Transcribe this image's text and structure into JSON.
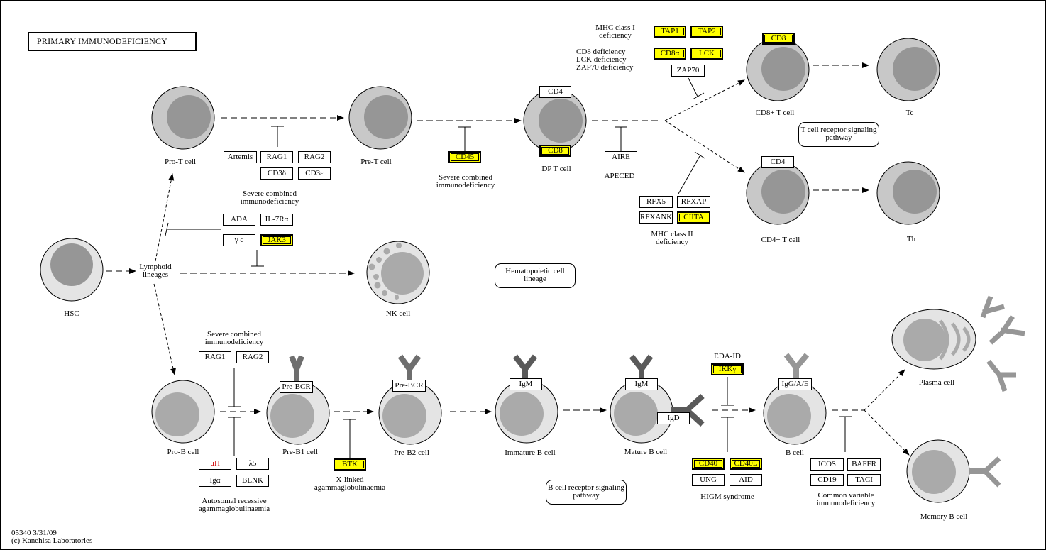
{
  "title": "PRIMARY  IMMUNODEFICIENCY",
  "footer": {
    "line1": "05340 3/31/09",
    "line2": "(c) Kanehisa Laboratories"
  },
  "colors": {
    "highlight": "#ffff00",
    "cell_outer_t": "#c8c8c8",
    "cell_nucleus_t": "#969696",
    "cell_outer_b": "#e4e4e4",
    "cell_nucleus_b": "#aaaaaa",
    "antibody": "#6e6e6e",
    "antibody_light": "#969696",
    "red_gene": "#d00000"
  },
  "cells": {
    "hsc": "HSC",
    "lymphoid": "Lymphoid\nlineages",
    "pro_t": "Pro-T cell",
    "pre_t": "Pre-T cell",
    "dp_t": "DP T cell",
    "cd8_t": "CD8+ T cell",
    "tc": "Tc",
    "cd4_t": "CD4+ T cell",
    "th": "Th",
    "nk": "NK cell",
    "pro_b": "Pro-B cell",
    "pre_b1": "Pre-B1 cell",
    "pre_b2": "Pre-B2 cell",
    "immature_b": "Immature B cell",
    "mature_b": "Mature B cell",
    "b_cell": "B cell",
    "plasma": "Plasma cell",
    "memory_b": "Memory B cell"
  },
  "receptors": {
    "pre_bcr_1": "Pre-BCR",
    "pre_bcr_2": "Pre-BCR",
    "igm_1": "IgM",
    "igm_2": "IgM",
    "igd": "IgD",
    "iggae": "IgG/A/E",
    "dp_cd4": "CD4",
    "dp_cd8": "CD8",
    "cd8t_cd8": "CD8",
    "cd4t_cd4": "CD4"
  },
  "genes": {
    "artemis": "Artemis",
    "rag1_t": "RAG1",
    "rag2_t": "RAG2",
    "cd3d": "CD3δ",
    "cd3e": "CD3ε",
    "ada": "ADA",
    "il7ra": "IL-7Rα",
    "gc": "γ c",
    "jak3": "JAK3",
    "cd45": "CD45",
    "aire": "AIRE",
    "tap1": "TAP1",
    "tap2": "TAP2",
    "cd8a": "CD8α",
    "lck": "LCK",
    "zap70": "ZAP70",
    "rfx5": "RFX5",
    "rfxap": "RFXAP",
    "rfxank": "RFXANK",
    "ciita": "CIITA",
    "rag1_b": "RAG1",
    "rag2_b": "RAG2",
    "muh": "μH",
    "l5": "λ5",
    "iga": "Igα",
    "blnk": "BLNK",
    "btk": "BTK",
    "ikkg": "IKKγ",
    "cd40": "CD40",
    "cd40l": "CD40L",
    "ung": "UNG",
    "aid": "AID",
    "icos": "ICOS",
    "baffr": "BAFFR",
    "cd19": "CD19",
    "taci": "TACI"
  },
  "diseases": {
    "scid_t": "Severe combined\nimmunodeficiency",
    "scid_cd45": "Severe combined\nimmunodeficiency",
    "apeced": "APECED",
    "mhc1": "MHC class I\n deficiency",
    "cd8def": "CD8 deficiency\nLCK deficiency\nZAP70 deficiency",
    "mhc2": "MHC class II\n deficiency",
    "scid_b": "Severe combined\nimmunodeficiency",
    "arag": "Autosomal recessive\nagammaglobulinaemia",
    "xla": "X-linked\nagammaglobulinaemia",
    "edaid": "EDA-ID",
    "higm": "HIGM syndrome",
    "cvid": "Common variable\nimmunodeficiency"
  },
  "maps": {
    "tcr": "T cell receptor\nsignaling pathway",
    "hcl": "Hematopoietic\ncell lineage",
    "bcr": "B cell receptor\nsignaling pathway"
  },
  "highlighted_genes": [
    "JAK3",
    "CD45",
    "CD8",
    "TAP1",
    "TAP2",
    "CD8α",
    "LCK",
    "CIITA",
    "BTK",
    "IKKγ",
    "CD40",
    "CD40L"
  ]
}
